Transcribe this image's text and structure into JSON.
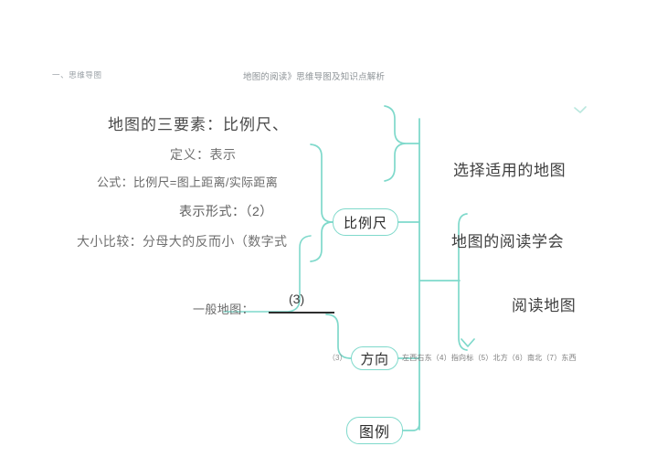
{
  "page": {
    "background": "#ffffff",
    "wire_color": "#7fd9cb",
    "ink_color": "#3a3a3a"
  },
  "header": {
    "left_label": "一、思维导图",
    "title": "地图的阅读》思维导图及知识点解析"
  },
  "left_branch": {
    "lines": [
      "地图的三要素：比例尺、",
      "定义：表示",
      "公式：比例尺=图上距离/实际距离",
      "表示形式：（2）",
      "大小比较：分母大的反而小（数字式"
    ],
    "general_map_label": "一般地图：",
    "general_map_value": "(3)"
  },
  "nodes": {
    "scale": "比例尺",
    "direction": "方向",
    "legend": "图例"
  },
  "direction_notes": {
    "prefix": "（3）",
    "suffix": "左西右东（4）指向标（5）北方（6）南北（7）东西"
  },
  "right_branch": {
    "lines": [
      "选择适用的地图",
      "地图的阅读学会",
      "阅读地图"
    ]
  },
  "icons": {
    "chevron": "chevron-down-icon"
  }
}
